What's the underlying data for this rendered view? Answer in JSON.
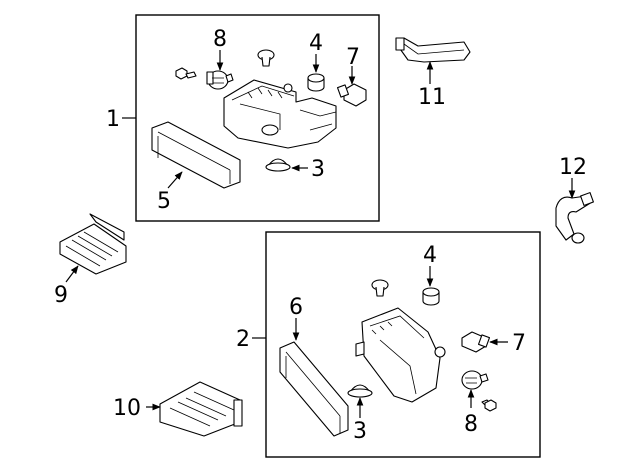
{
  "callouts": {
    "c1": "1",
    "c2": "2",
    "c3a": "3",
    "c3b": "3",
    "c4a": "4",
    "c4b": "4",
    "c5": "5",
    "c6": "6",
    "c7a": "7",
    "c7b": "7",
    "c8a": "8",
    "c8b": "8",
    "c9": "9",
    "c10": "10",
    "c11": "11",
    "c12": "12"
  }
}
